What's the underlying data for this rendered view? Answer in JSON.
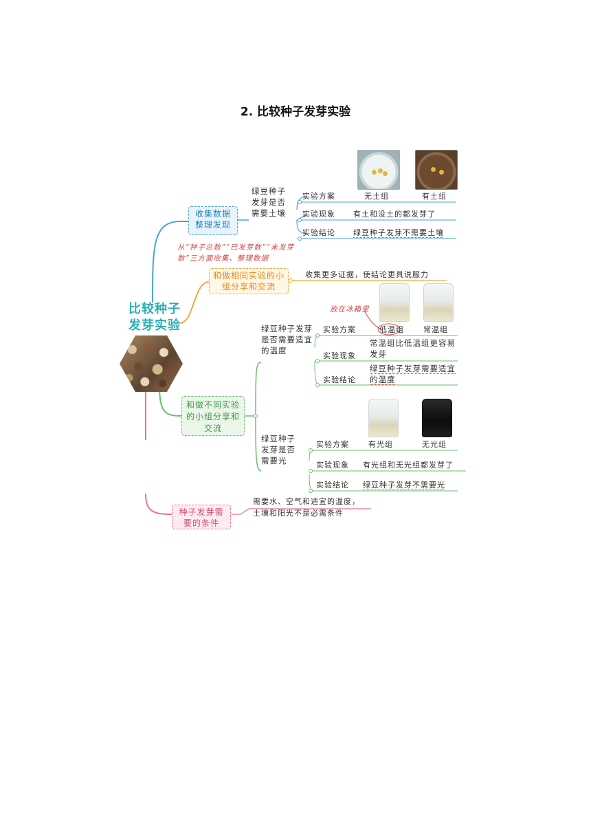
{
  "title": "2. 比较种子发芽实验",
  "central": {
    "line1": "比较种子",
    "line2": "发芽实验"
  },
  "branches": {
    "collect": {
      "label": "收集数据整理发现",
      "question": "绿豆种子发芽是否需要土壤",
      "plan_label": "实验方案",
      "plan_groups": [
        "无土组",
        "有土组"
      ],
      "phenomenon_label": "实验现象",
      "phenomenon": "有土和没土的都发芽了",
      "conclusion_label": "实验结论",
      "conclusion": "绿豆种子发芽不需要土壤",
      "note": "从“种子总数”“已发芽数”“未发芽数”三方面收集、整理数据"
    },
    "same": {
      "label": "和做相同实验的小组分享和交流",
      "text": "收集更多证据，使结论更具说服力"
    },
    "different": {
      "label": "和做不同实验的小组分享和交流",
      "temp": {
        "question": "绿豆种子发芽是否需要适宜的温度",
        "note": "放在冰箱里",
        "plan_label": "实验方案",
        "plan_groups": [
          "低温组",
          "常温组"
        ],
        "phenomenon_label": "实验现象",
        "phenomenon": "常温组比低温组更容易发芽",
        "conclusion_label": "实验结论",
        "conclusion": "绿豆种子发芽需要适宜的温度"
      },
      "light": {
        "question": "绿豆种子发芽是否需要光",
        "plan_label": "实验方案",
        "plan_groups": [
          "有光组",
          "无光组"
        ],
        "phenomenon_label": "实验现象",
        "phenomenon": "有光组和无光组都发芽了",
        "conclusion_label": "实验结论",
        "conclusion": "绿豆种子发芽不需要光"
      }
    },
    "conditions": {
      "label": "种子发芽需要的条件",
      "text1": "需要水、空气和适宜的温度，",
      "text2": "土壤和阳光不是必需条件"
    }
  },
  "colors": {
    "blue": "#4aa3d6",
    "orange": "#f2a93b",
    "green": "#6cbd6c",
    "pink": "#e8729a",
    "teal": "#2bb0b5"
  }
}
